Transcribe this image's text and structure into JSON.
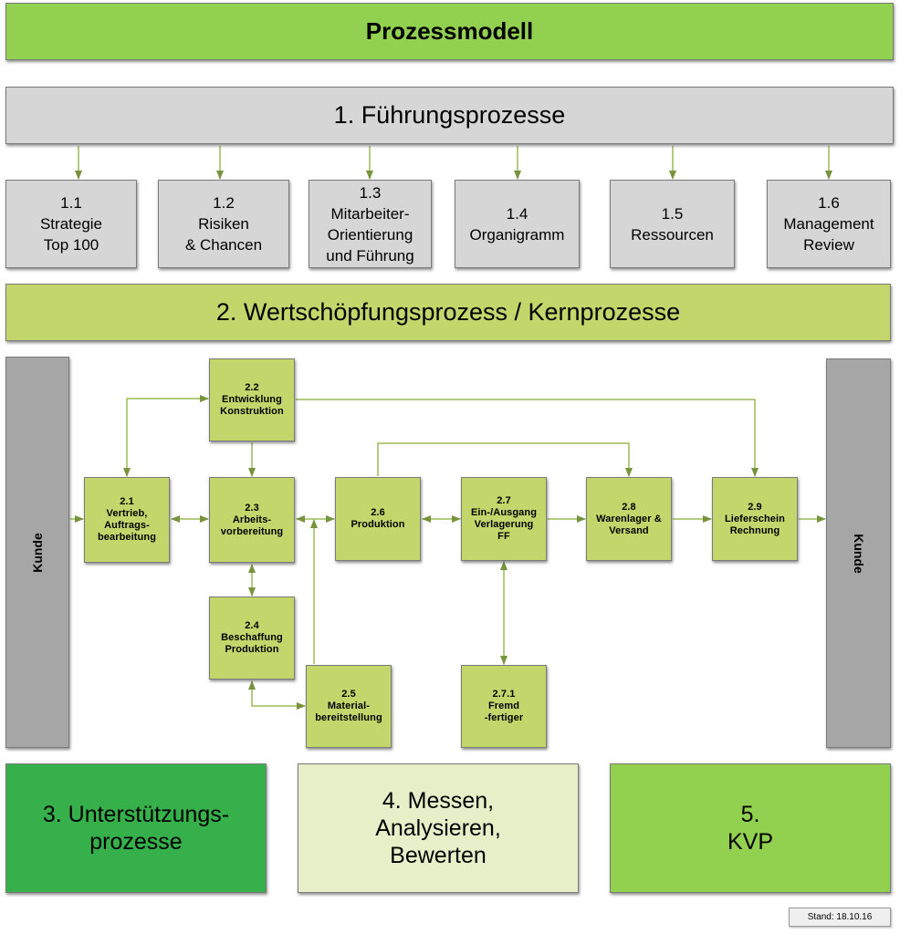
{
  "title": "Prozessmodell",
  "fuehrungsprozesse": {
    "label": "1. Führungsprozesse",
    "items": [
      {
        "number": "1.1",
        "lines": [
          "Strategie",
          "Top 100"
        ]
      },
      {
        "number": "1.2",
        "lines": [
          "Risiken",
          "& Chancen"
        ]
      },
      {
        "number": "1.3",
        "lines": [
          "Mitarbeiter-",
          "Orientierung",
          "und Führung"
        ]
      },
      {
        "number": "1.4",
        "lines": [
          "Organigramm"
        ]
      },
      {
        "number": "1.5",
        "lines": [
          "Ressourcen"
        ]
      },
      {
        "number": "1.6",
        "lines": [
          "Management",
          "Review"
        ]
      }
    ]
  },
  "kernprozesse": {
    "label": "2. Wertschöpfungsprozess / Kernprozesse",
    "customer_left": "Kunde",
    "customer_right": "Kunde",
    "processes": {
      "p21": {
        "number": "2.1",
        "lines": [
          "Vertrieb,",
          "Auftrags-",
          "bearbeitung"
        ]
      },
      "p22": {
        "number": "2.2",
        "lines": [
          "Entwicklung",
          "Konstruktion"
        ]
      },
      "p23": {
        "number": "2.3",
        "lines": [
          "Arbeits-",
          "vorbereitung"
        ]
      },
      "p24": {
        "number": "2.4",
        "lines": [
          "Beschaffung",
          "Produktion"
        ]
      },
      "p25": {
        "number": "2.5",
        "lines": [
          "Material-",
          "bereitstellung"
        ]
      },
      "p26": {
        "number": "2.6",
        "lines": [
          "Produktion"
        ]
      },
      "p27": {
        "number": "2.7",
        "lines": [
          "Ein-/Ausgang",
          "Verlagerung",
          "FF"
        ]
      },
      "p271": {
        "number": "2.7.1",
        "lines": [
          "Fremd",
          "-fertiger"
        ]
      },
      "p28": {
        "number": "2.8",
        "lines": [
          "Warenlager &",
          "Versand"
        ]
      },
      "p29": {
        "number": "2.9",
        "lines": [
          "Lieferschein",
          "Rechnung"
        ]
      }
    },
    "connections": [
      {
        "from": "Kunde",
        "to": "2.1",
        "type": "arrow"
      },
      {
        "from": "2.1",
        "to": "2.3",
        "type": "bidirectional"
      },
      {
        "from": "2.1",
        "to": "2.2",
        "type": "bidirectional"
      },
      {
        "from": "2.2",
        "to": "2.3",
        "type": "arrow"
      },
      {
        "from": "2.2",
        "to": "2.9",
        "type": "arrow"
      },
      {
        "from": "2.3",
        "to": "2.6",
        "type": "bidirectional"
      },
      {
        "from": "2.3",
        "to": "2.4",
        "type": "bidirectional"
      },
      {
        "from": "2.4",
        "to": "2.5",
        "type": "bidirectional"
      },
      {
        "from": "2.5",
        "to": "2.3/2.6",
        "type": "arrow"
      },
      {
        "from": "2.6",
        "to": "2.7",
        "type": "bidirectional"
      },
      {
        "from": "2.6",
        "to": "2.8",
        "type": "arrow"
      },
      {
        "from": "2.7",
        "to": "2.8",
        "type": "arrow"
      },
      {
        "from": "2.7",
        "to": "2.7.1",
        "type": "bidirectional"
      },
      {
        "from": "2.8",
        "to": "2.9",
        "type": "arrow"
      },
      {
        "from": "2.9",
        "to": "Kunde",
        "type": "arrow"
      }
    ]
  },
  "bottom": {
    "unterstuetzung": [
      "3. Unterstützungs-",
      "prozesse"
    ],
    "messen": [
      "4. Messen,",
      "Analysieren,",
      "Bewerten"
    ],
    "kvp": [
      "5.",
      "KVP"
    ]
  },
  "stand": "Stand: 18.10.16",
  "colors": {
    "title_green": "#92d050",
    "process_green": "#c2d66b",
    "support_green": "#35b04a",
    "measure_light": "#e6efc8",
    "gray": "#d6d6d6",
    "customer_gray": "#a6a6a6",
    "connector": "#77933c"
  }
}
